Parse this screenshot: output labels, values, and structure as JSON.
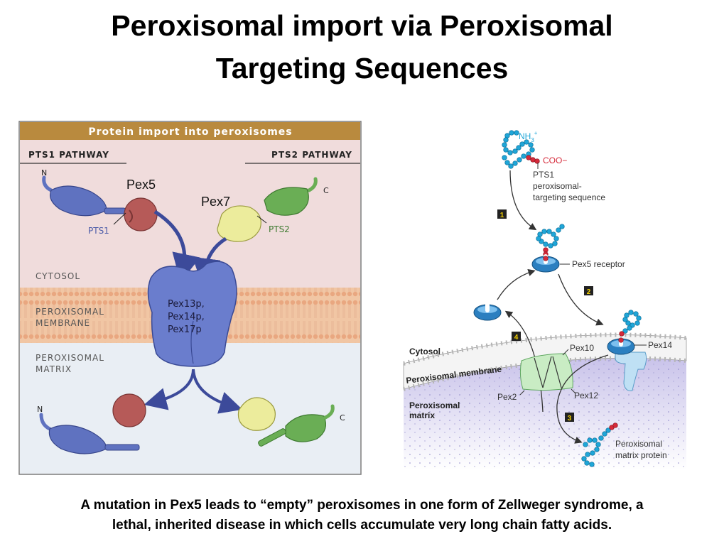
{
  "title": {
    "line1": "Peroxisomal import via Peroxisomal",
    "line2": "Targeting Sequences"
  },
  "left_panel": {
    "header": "Protein import into peroxisomes",
    "pts1_pathway": "PTS1 PATHWAY",
    "pts2_pathway": "PTS2 PATHWAY",
    "pex5": "Pex5",
    "pex7": "Pex7",
    "pts1": "PTS1",
    "pts2": "PTS2",
    "n_top": "N",
    "c_top": "C",
    "cytosol": "CYTOSOL",
    "membrane_line1": "PEROXISOMAL",
    "membrane_line2": "MEMBRANE",
    "matrix_line1": "PEROXISOMAL",
    "matrix_line2": "MATRIX",
    "complex_line1": "Pex13p,",
    "complex_line2": "Pex14p,",
    "complex_line3": "Pex17p",
    "n_bottom": "N",
    "c_bottom": "C"
  },
  "right_panel": {
    "nh3": "NH",
    "nh3_sub": "3",
    "nh3_sup": "+",
    "coo": "COO−",
    "pts1_line1": "PTS1",
    "pts1_line2": "peroxisomal-",
    "pts1_line3": "targeting sequence",
    "step1": "1",
    "step2": "2",
    "step3": "3",
    "step4": "4",
    "pex5_receptor": "Pex5 receptor",
    "cytosol": "Cytosol",
    "membrane": "Peroxisomal membrane",
    "matrix_line1": "Peroxisomal",
    "matrix_line2": "matrix",
    "pex10": "Pex10",
    "pex14": "Pex14",
    "pex2": "Pex2",
    "pex12": "Pex12",
    "matrix_protein_line1": "Peroxisomal",
    "matrix_protein_line2": "matrix protein"
  },
  "caption": {
    "line1": "A mutation in Pex5 leads to “empty” peroxisomes in one form of Zellweger syndrome, a",
    "line2": "lethal, inherited disease in which cells accumulate very long chain fatty acids."
  },
  "colors": {
    "header_bar": "#b98a3e",
    "cytosol_bg": "#f0dcdc",
    "membrane_bg": "#f1c6a4",
    "matrix_bg": "#e9eef4",
    "pts1_protein": "#5f72c0",
    "pex5_red": "#b65a58",
    "pex7_yellow": "#ecec9c",
    "pts2_green": "#6aae55",
    "arrow_blue": "#3c4a9a",
    "bead_cyan": "#1fa6d8",
    "bead_red": "#d62a3a",
    "step_box": "#222222"
  }
}
